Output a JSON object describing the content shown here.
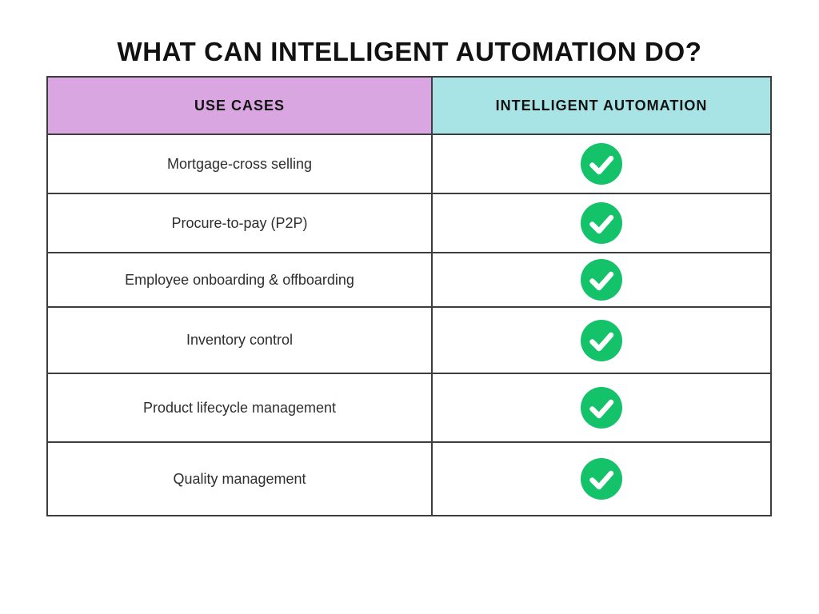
{
  "page": {
    "title": "WHAT CAN INTELLIGENT AUTOMATION DO?"
  },
  "table": {
    "headers": [
      {
        "label": "USE CASES",
        "bg": "#d9a6e2"
      },
      {
        "label": "INTELLIGENT AUTOMATION",
        "bg": "#a8e3e5"
      }
    ],
    "rows": [
      {
        "use_case": "Mortgage-cross selling",
        "supported": true,
        "icon": "check-circle-icon"
      },
      {
        "use_case": "Procure-to-pay (P2P)",
        "supported": true,
        "icon": "check-circle-icon"
      },
      {
        "use_case": "Employee onboarding & offboarding",
        "supported": true,
        "icon": "check-circle-icon"
      },
      {
        "use_case": "Inventory control",
        "supported": true,
        "icon": "check-circle-icon"
      },
      {
        "use_case": "Product lifecycle management",
        "supported": true,
        "icon": "check-circle-icon"
      },
      {
        "use_case": "Quality management",
        "supported": true,
        "icon": "check-circle-icon"
      }
    ]
  },
  "colors": {
    "use_cases_header_bg": "#d9a6e2",
    "automation_header_bg": "#a8e3e5",
    "check_green": "#14c369",
    "check_mark": "#ffffff",
    "table_border": "#3d3d3d",
    "title_text": "#111111",
    "row_text": "#2e2e2e",
    "background": "#ffffff"
  },
  "chart_data": {
    "type": "table",
    "title": "WHAT CAN INTELLIGENT AUTOMATION DO?",
    "columns": [
      "USE CASES",
      "INTELLIGENT AUTOMATION"
    ],
    "rows": [
      [
        "Mortgage-cross selling",
        "check"
      ],
      [
        "Procure-to-pay (P2P)",
        "check"
      ],
      [
        "Employee onboarding & offboarding",
        "check"
      ],
      [
        "Inventory control",
        "check"
      ],
      [
        "Product lifecycle management",
        "check"
      ],
      [
        "Quality management",
        "check"
      ]
    ],
    "legend_position": "none",
    "grid": true
  }
}
